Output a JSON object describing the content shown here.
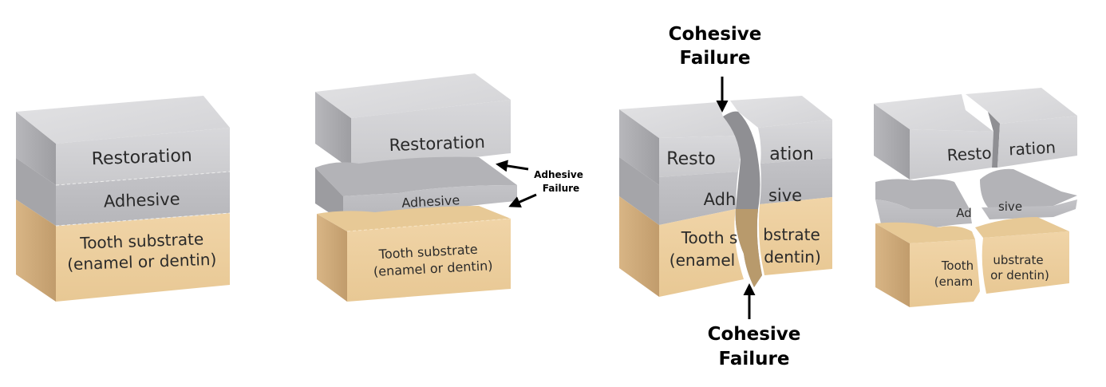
{
  "colors": {
    "restoration_top": "#dcdcde",
    "restoration_front": "#cfcfd2",
    "restoration_side": "#a9a9ad",
    "adhesive_top": "#c4c4c8",
    "adhesive_front": "#bdbdc1",
    "adhesive_side": "#98989c",
    "tooth_top": "#efd3a6",
    "tooth_front": "#ebcd9c",
    "tooth_side": "#cba879",
    "gap_shadow": "#8e8e92",
    "arrow": "#000000",
    "text": "#2a2a2a"
  },
  "panels": [
    {
      "id": "intact",
      "layers": {
        "restoration": "Restoration",
        "adhesive": "Adhesive",
        "tooth_line1": "Tooth substrate",
        "tooth_line2": "(enamel or dentin)"
      }
    },
    {
      "id": "adhesive-failure",
      "layers": {
        "restoration": "Restoration",
        "adhesive": "Adhesive",
        "tooth_line1": "Tooth substrate",
        "tooth_line2": "(enamel or dentin)"
      },
      "annotation": {
        "line1": "Adhesive",
        "line2": "Failure"
      }
    },
    {
      "id": "cohesive-crack",
      "layers": {
        "restoration_left": "Resto",
        "restoration_right": "ation",
        "adhesive_left": "Adh",
        "adhesive_right": "sive",
        "tooth_line1_left": "Tooth s",
        "tooth_line1_right": "bstrate",
        "tooth_line2_left": "(enamel",
        "tooth_line2_right": "dentin)"
      },
      "annotation_top": {
        "line1": "Cohesive",
        "line2": "Failure"
      },
      "annotation_bottom": {
        "line1": "Cohesive",
        "line2": "Failure"
      }
    },
    {
      "id": "cohesive-separated",
      "layers": {
        "restoration_left": "Resto",
        "restoration_right": "ration",
        "adhesive_left": "Ad",
        "adhesive_right": "sive",
        "tooth_line1_left": "Tooth",
        "tooth_line1_right": "ubstrate",
        "tooth_line2_left": "(enam",
        "tooth_line2_right": "or dentin)"
      }
    }
  ]
}
